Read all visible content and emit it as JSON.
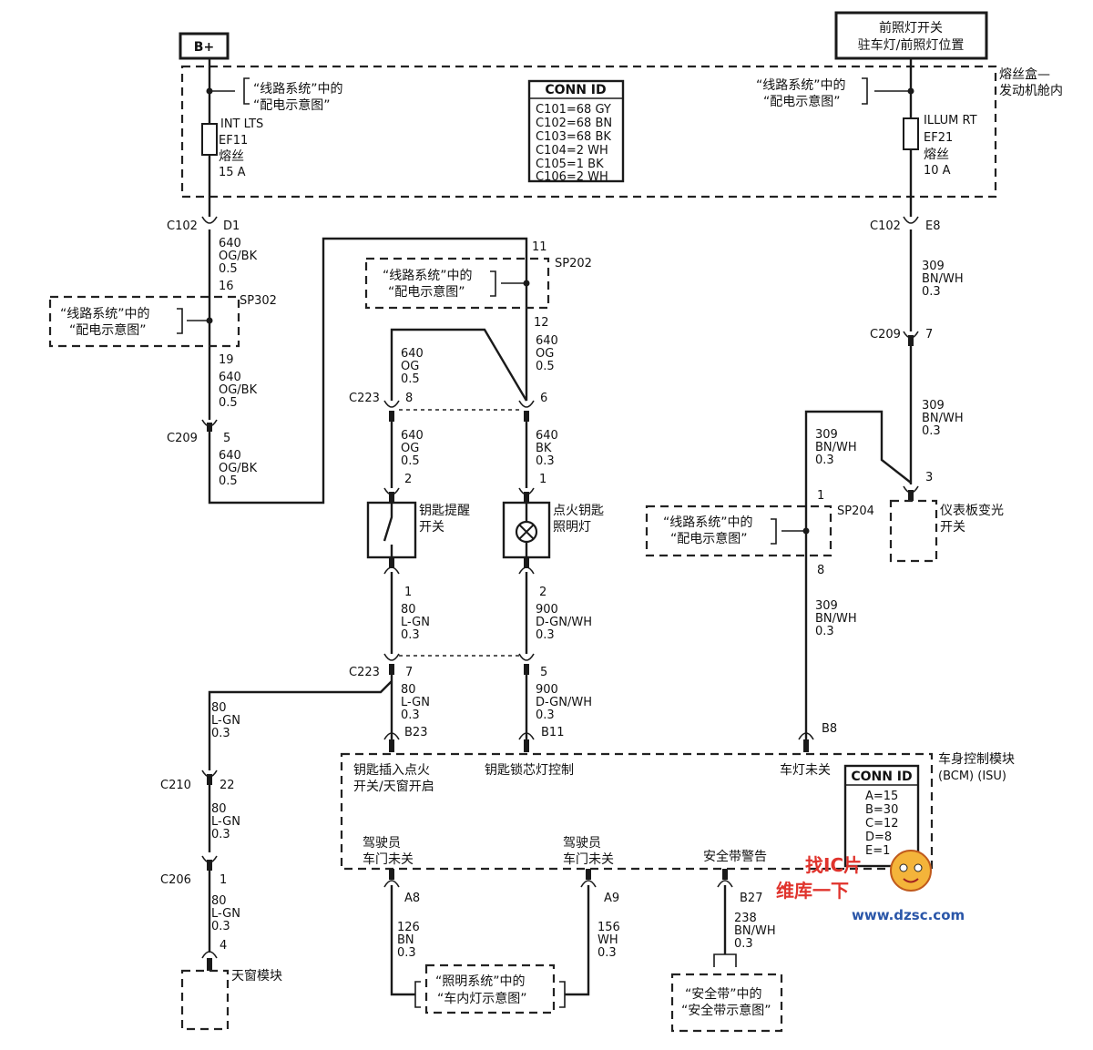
{
  "top_left": {
    "source": "B+"
  },
  "top_right": {
    "switch_line1": "前照灯开关",
    "switch_line2": "驻车灯/前照灯位置"
  },
  "fuse_box": {
    "label_line1": "熔丝盒—",
    "label_line2": "发动机舱内"
  },
  "power_ref": {
    "line1": "“线路系统”中的",
    "line2": "“配电示意图”"
  },
  "conn_id_1": {
    "title": "CONN ID",
    "rows": [
      "C101=68 GY",
      "C102=68 BN",
      "C103=68 BK",
      "C104=2 WH",
      "C105=1 BK",
      "C106=2 WH"
    ]
  },
  "fuse_left": {
    "name": "INT LTS",
    "id": "EF11",
    "label": "熔丝",
    "rating": "15 A"
  },
  "fuse_right": {
    "name": "ILLUM RT",
    "id": "EF21",
    "label": "熔丝",
    "rating": "10 A"
  },
  "left_col": {
    "c102": "C102",
    "d1": "D1",
    "w1": [
      "640",
      "OG/BK",
      "0.5"
    ],
    "p16": "16",
    "sp302": "SP302",
    "p19": "19",
    "w2": [
      "640",
      "OG/BK",
      "0.5"
    ],
    "c209": "C209",
    "p5": "5",
    "w3": [
      "640",
      "OG/BK",
      "0.5"
    ]
  },
  "mid": {
    "p11": "11",
    "sp202": "SP202",
    "p12": "12",
    "w_og_r": [
      "640",
      "OG",
      "0.5"
    ],
    "w_og_l": [
      "640",
      "OG",
      "0.5"
    ],
    "c223a": "C223",
    "p8": "8",
    "p6": "6",
    "w_og2": [
      "640",
      "OG",
      "0.5"
    ],
    "w_bk": [
      "640",
      "BK",
      "0.3"
    ],
    "p2a": "2",
    "p1a": "1",
    "key_sw_1": "钥匙提醒",
    "key_sw_2": "开关",
    "lamp_1": "点火钥匙",
    "lamp_2": "照明灯",
    "p1b": "1",
    "p2b": "2",
    "w_lgn": [
      "80",
      "L-GN",
      "0.3"
    ],
    "w_dgn": [
      "900",
      "D-GN/WH",
      "0.3"
    ],
    "c223b": "C223",
    "p7": "7",
    "p5": "5",
    "w_lgn2": [
      "80",
      "L-GN",
      "0.3"
    ],
    "w_dgn2": [
      "900",
      "D-GN/WH",
      "0.3"
    ],
    "b23": "B23",
    "b11": "B11"
  },
  "right_col": {
    "c102": "C102",
    "e8": "E8",
    "w1": [
      "309",
      "BN/WH",
      "0.3"
    ],
    "c209": "C209",
    "p7": "7",
    "w2": [
      "309",
      "BN/WH",
      "0.3"
    ],
    "w3": [
      "309",
      "BN/WH",
      "0.3"
    ],
    "p3": "3",
    "p1": "1",
    "sp204": "SP204",
    "p8": "8",
    "dim_1": "仪表板变光",
    "dim_2": "开关",
    "w4": [
      "309",
      "BN/WH",
      "0.3"
    ],
    "b8": "B8"
  },
  "sunroof": {
    "w1": [
      "80",
      "L-GN",
      "0.3"
    ],
    "c210": "C210",
    "p22": "22",
    "w2": [
      "80",
      "L-GN",
      "0.3"
    ],
    "c206": "C206",
    "p1": "1",
    "w3": [
      "80",
      "L-GN",
      "0.3"
    ],
    "p4": "4",
    "module": "天窗模块"
  },
  "bcm": {
    "title_1": "车身控制模块",
    "title_2": "(BCM) (ISU)",
    "key_in_1": "钥匙插入点火",
    "key_in_2": "开关/天窗开启",
    "lock_lamp": "钥匙锁芯灯控制",
    "lamp_off": "车灯未关",
    "drv_door_1a": "驾驶员",
    "drv_door_1b": "车门未关",
    "drv_door_2a": "驾驶员",
    "drv_door_2b": "车门未关",
    "belt_warn": "安全带警告",
    "conn_title": "CONN ID",
    "conn_rows": [
      "A=15",
      "B=30",
      "C=12",
      "D=8",
      "E=1"
    ],
    "a8": "A8",
    "a9": "A9",
    "b27": "B27"
  },
  "bottom": {
    "w_a8": [
      "126",
      "BN",
      "0.3"
    ],
    "w_a9": [
      "156",
      "WH",
      "0.3"
    ],
    "w_b27": [
      "238",
      "BN/WH",
      "0.3"
    ],
    "light_ref_1": "“照明系统”中的",
    "light_ref_2": "“车内灯示意图”",
    "belt_ref_1": "“安全带”中的",
    "belt_ref_2": "“安全带示意图”"
  },
  "watermark": {
    "top": "找IC片",
    "left": "维库一下",
    "url": "www.dzsc.com"
  }
}
